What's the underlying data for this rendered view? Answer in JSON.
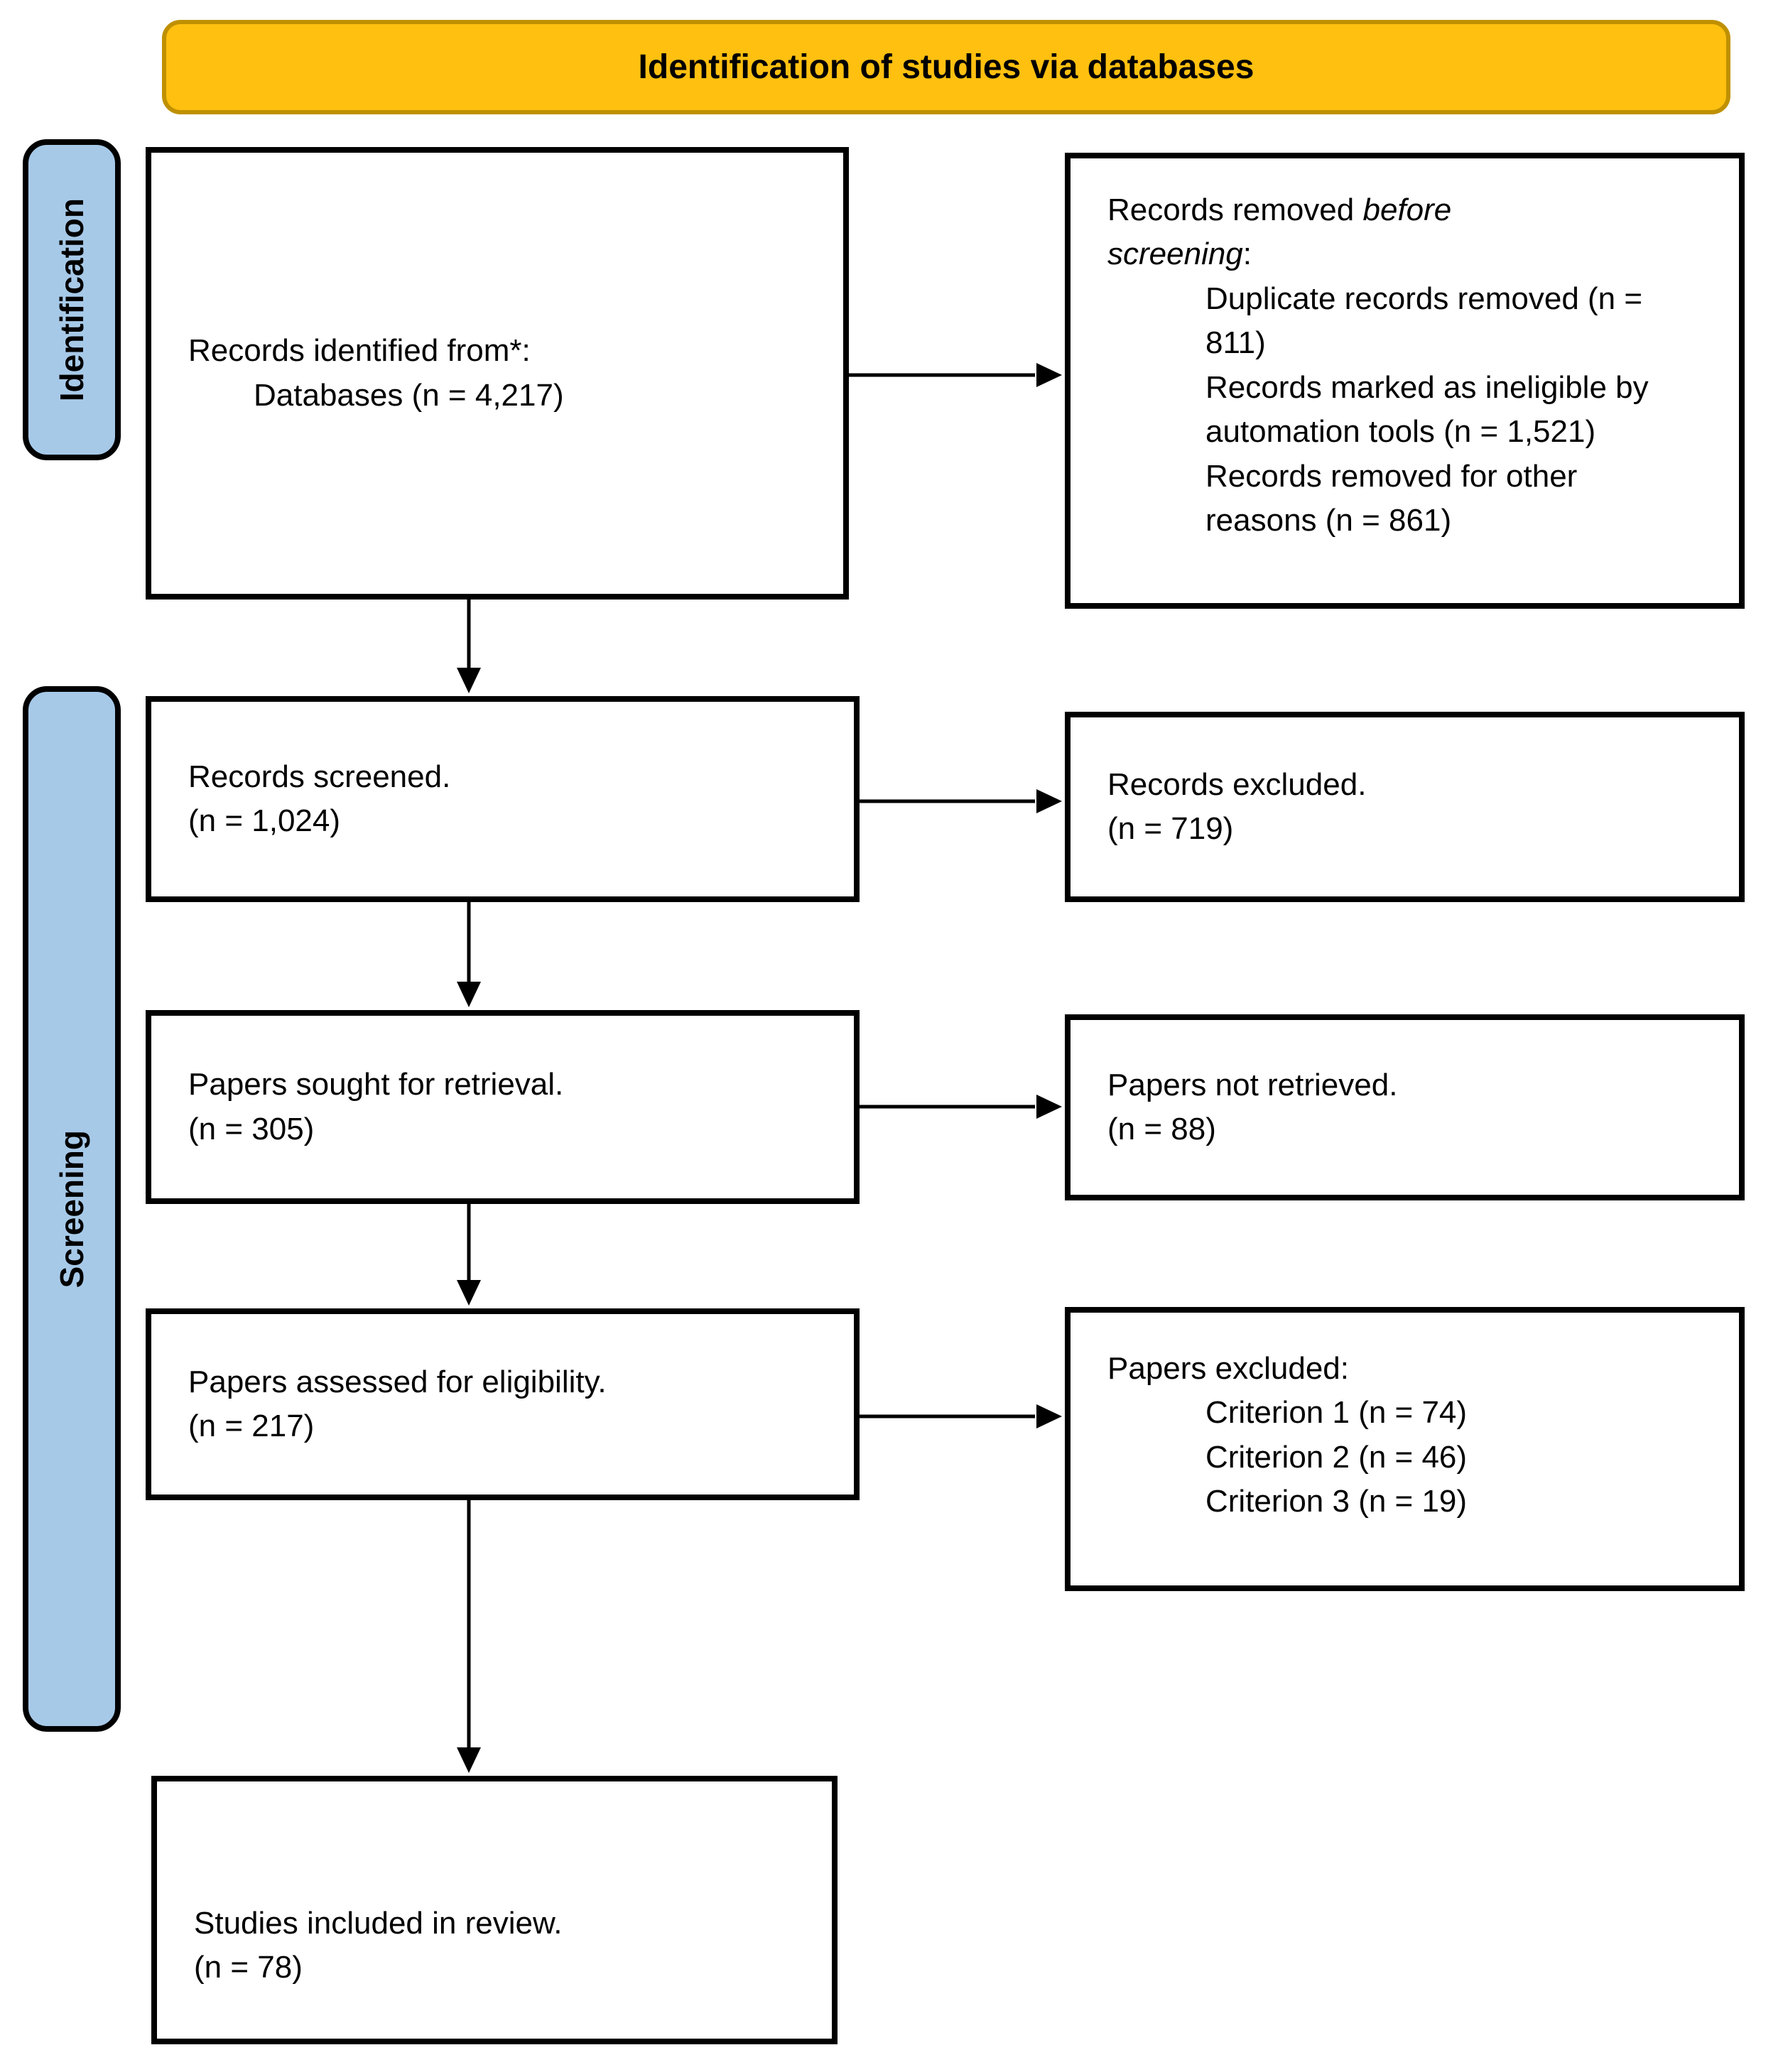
{
  "title_banner": {
    "label": "Identification of studies via databases"
  },
  "stage_labels": {
    "identification": "Identification",
    "screening": "Screening"
  },
  "boxes": {
    "records_identified": {
      "line1": "Records identified from*:",
      "line2": "Databases (n = 4,217)"
    },
    "records_removed": {
      "intro_normal": "Records removed ",
      "intro_italic": "before screening",
      "intro_suffix": ":",
      "items": [
        "Duplicate records removed (n = 811)",
        "Records marked as ineligible by automation tools (n = 1,521)",
        "Records removed for other reasons (n = 861)"
      ]
    },
    "records_screened": {
      "line1": "Records screened.",
      "line2": "(n = 1,024)"
    },
    "records_excluded": {
      "line1": "Records excluded.",
      "line2": "(n = 719)"
    },
    "papers_sought": {
      "line1": "Papers sought for retrieval.",
      "line2": "(n = 305)"
    },
    "papers_not_retrieved": {
      "line1": "Papers not retrieved.",
      "line2": "(n = 88)"
    },
    "papers_assessed": {
      "line1": "Papers assessed for eligibility.",
      "line2": "(n = 217)"
    },
    "papers_excluded": {
      "intro": "Papers excluded:",
      "items": [
        "Criterion 1 (n = 74)",
        "Criterion 2 (n = 46)",
        "Criterion 3 (n = 19)"
      ]
    },
    "studies_included": {
      "line1": "Studies included in review.",
      "line2": "(n = 78)"
    }
  },
  "colors": {
    "banner_fill": "#FFC010",
    "banner_border": "#BF9000",
    "stage_label_fill": "#A7C9E8",
    "box_fill": "#FFFFFF",
    "line_color": "#000000"
  }
}
